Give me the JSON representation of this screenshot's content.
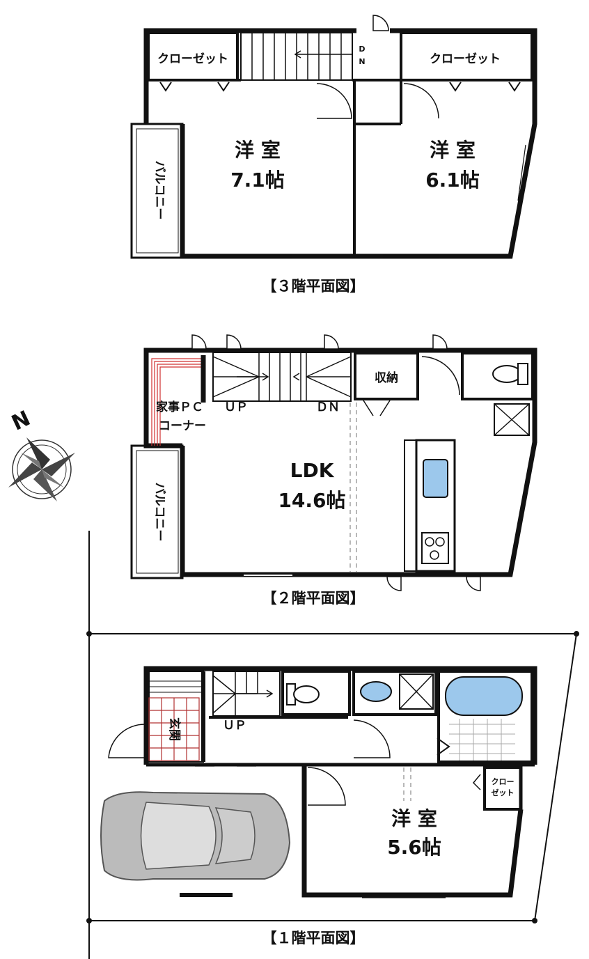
{
  "floor3": {
    "caption": "【３階平面図】",
    "closet_left": "クローゼット",
    "closet_right": "クローゼット",
    "stair_mark": [
      "D",
      "N"
    ],
    "balcony": "バルコニー",
    "room_left": {
      "name": "洋 室",
      "size": "7.1帖"
    },
    "room_right": {
      "name": "洋 室",
      "size": "6.1帖"
    }
  },
  "floor2": {
    "caption": "【２階平面図】",
    "pc_corner": [
      "家事ＰＣ",
      "コーナー"
    ],
    "storage": "収納",
    "up": "ＵＰ",
    "dn": "ＤＮ",
    "balcony": "バルコニー",
    "ldk": {
      "name": "LDK",
      "size": "14.6帖"
    }
  },
  "floor1": {
    "caption": "【１階平面図】",
    "entrance": "玄関",
    "up": "ＵＰ",
    "closet": [
      "クロー",
      "ゼット"
    ],
    "room": {
      "name": "洋 室",
      "size": "5.6帖"
    }
  },
  "compass": {
    "north": "N"
  },
  "colors": {
    "wall": "#111111",
    "fixture": "#9cc8ec",
    "pc_corner": "#d03030",
    "car": "#777777"
  }
}
